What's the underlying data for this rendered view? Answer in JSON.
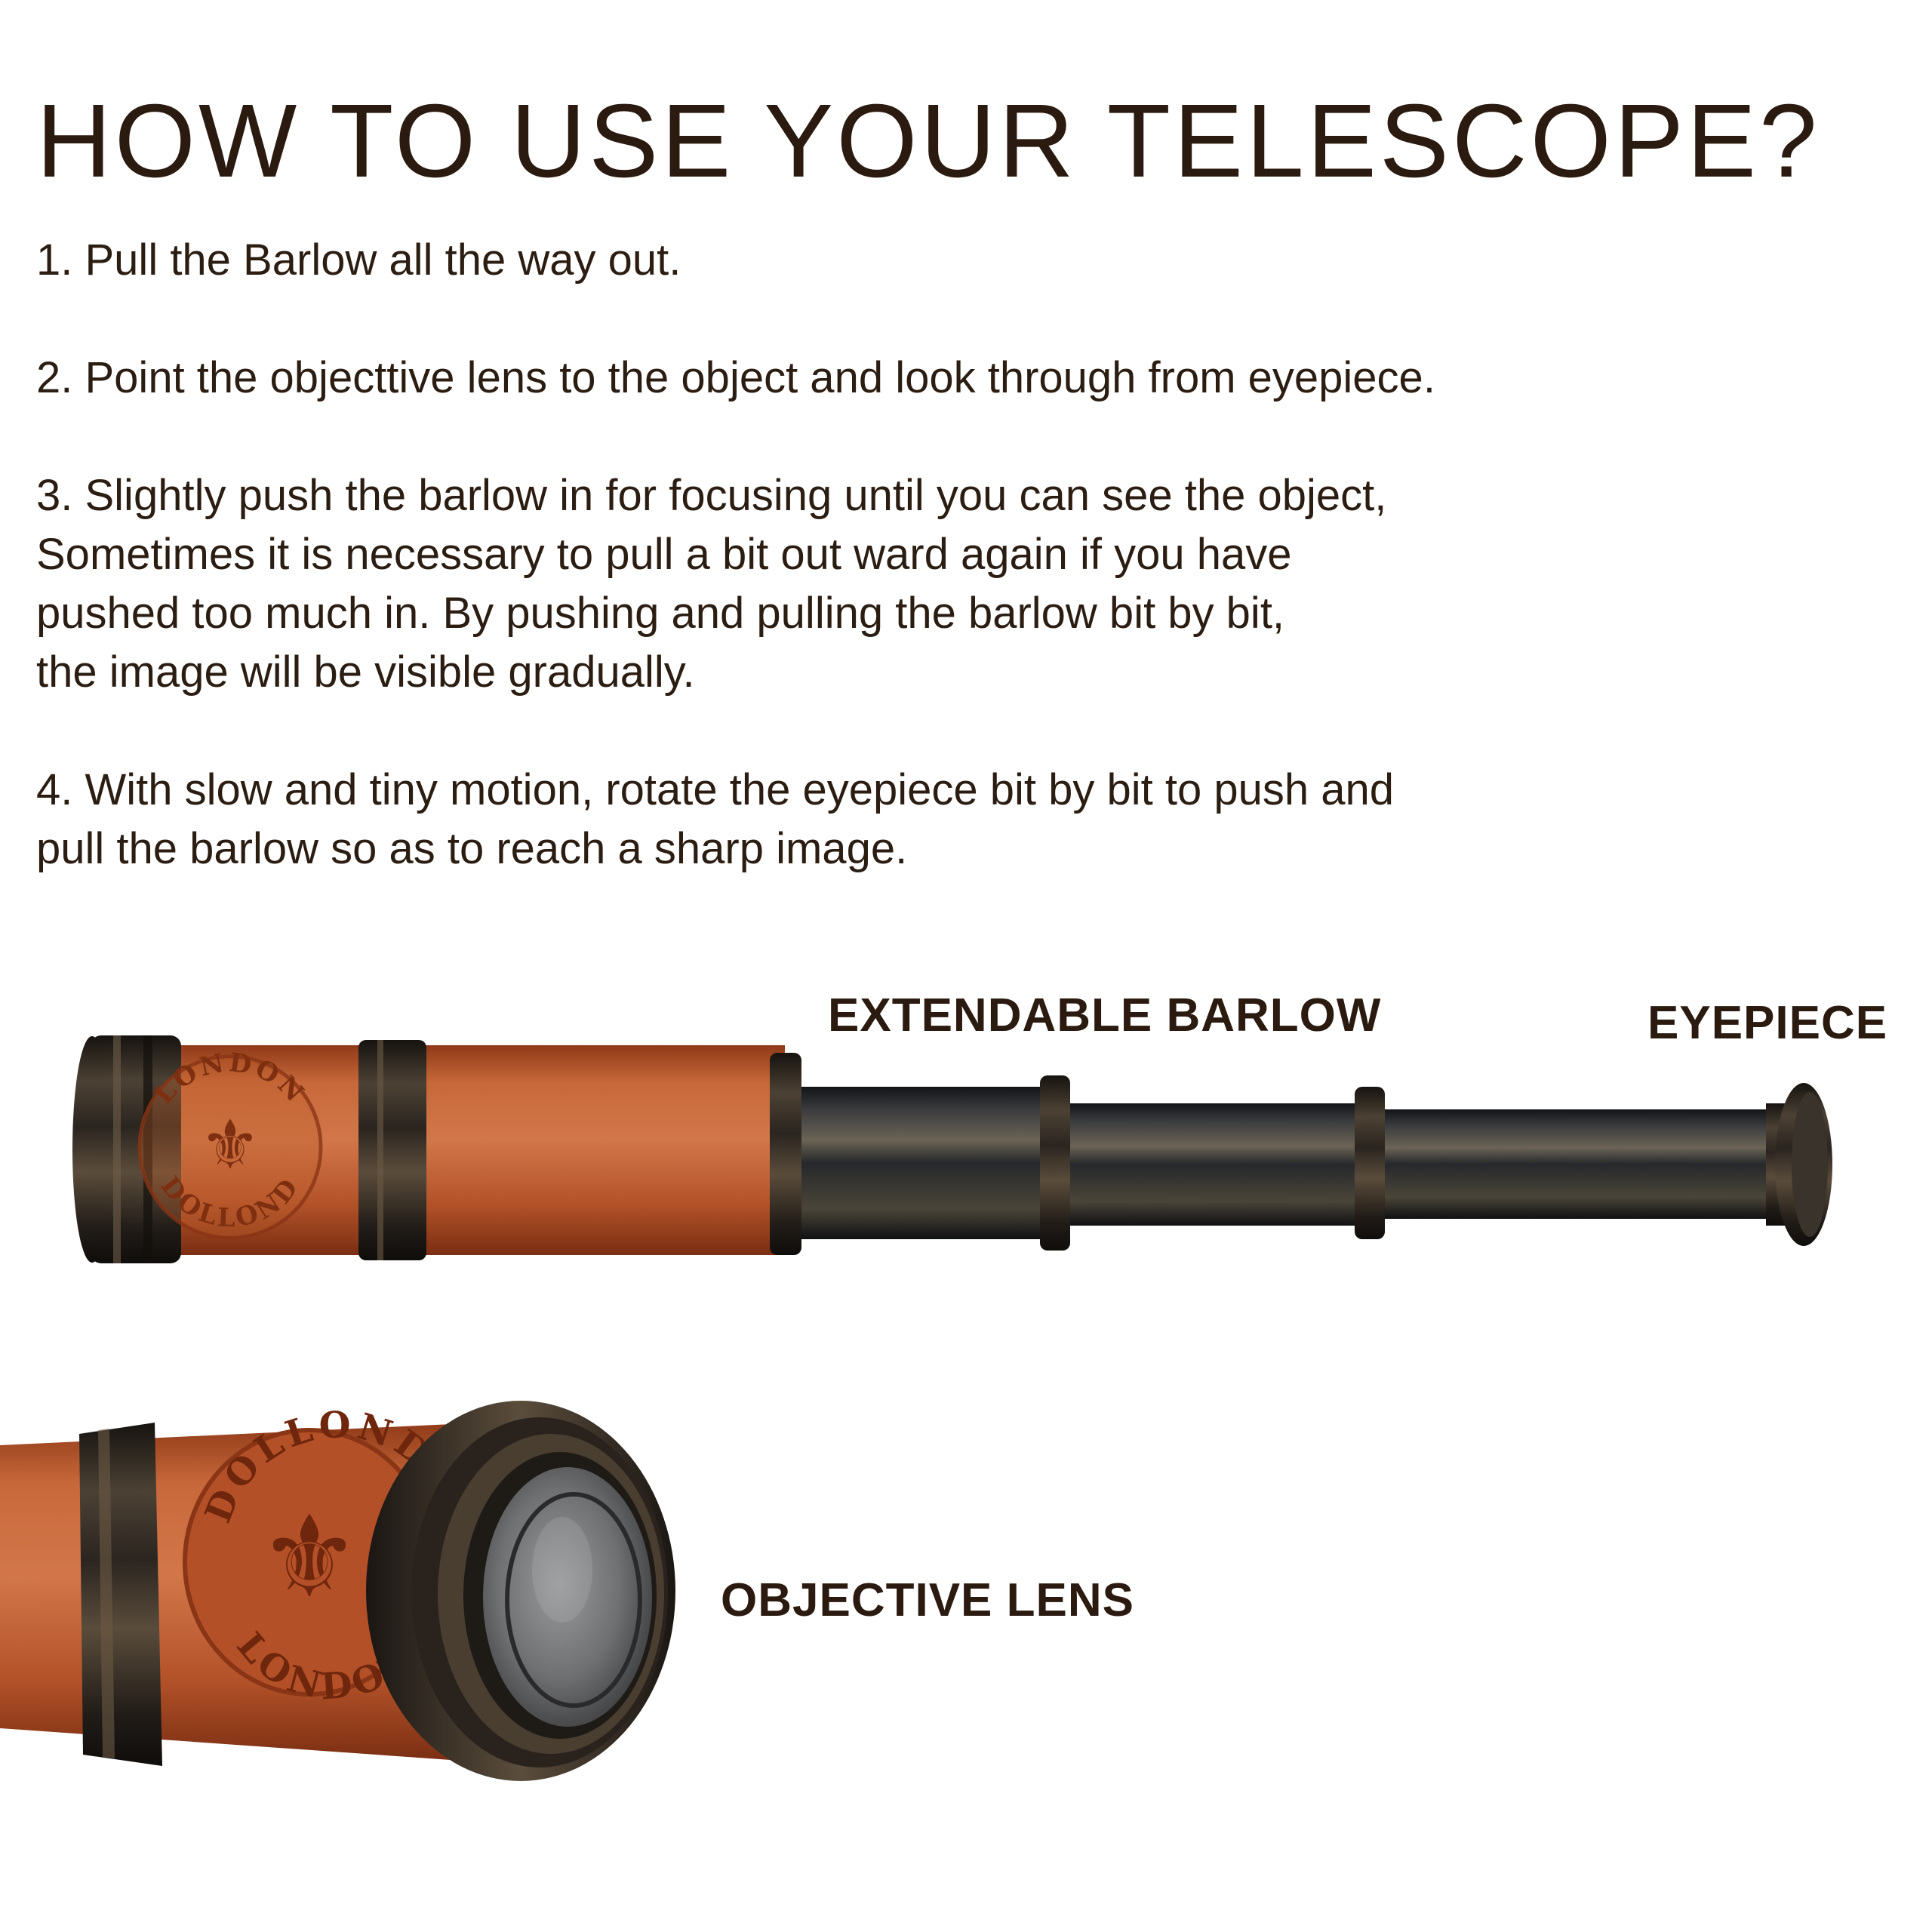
{
  "title": "HOW TO USE YOUR TELESCOPE?",
  "steps": [
    {
      "lines": [
        "1. Pull the Barlow all the way out."
      ]
    },
    {
      "lines": [
        "2. Point the objecttive lens to the object and look through from eyepiece."
      ]
    },
    {
      "lines": [
        "3. Slightly push the barlow in for focusing until you can see the object,",
        "Sometimes it is necessary to pull a bit out ward again if you have",
        "pushed too much in. By pushing and pulling the barlow bit by bit,",
        "the image will be visible gradually."
      ]
    },
    {
      "lines": [
        "4. With slow and tiny motion, rotate the eyepiece bit by bit to push and",
        "pull the barlow so as to reach a sharp image."
      ]
    }
  ],
  "labels": {
    "barlow": "EXTENDABLE BARLOW",
    "eyepiece": "EYEPIECE",
    "objective": "OBJECTIVE LENS"
  },
  "emboss": {
    "top_arc": "DOLLOND",
    "bottom_arc": "LONDON"
  },
  "colors": {
    "leather": "#b8542a",
    "brass_dark": "#2a241f",
    "text": "#2b1a10"
  }
}
